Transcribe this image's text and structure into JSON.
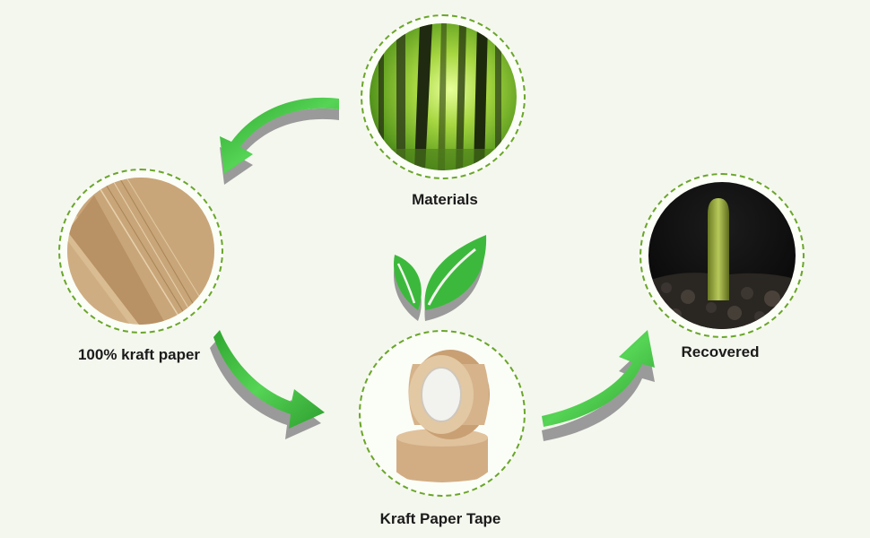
{
  "cycle": {
    "materials": {
      "label": "Materials"
    },
    "kraft_paper": {
      "label": "100% kraft paper"
    },
    "tape": {
      "label": "Kraft Paper Tape"
    },
    "recovered": {
      "label": "Recovered"
    }
  },
  "colors": {
    "arrow_green": "#3fbf3f",
    "arrow_shadow": "#9a9a9a",
    "ring_green": "#6aa62a",
    "leaf_green": "#3cb93c",
    "kraft": "#c8a57a",
    "background": "#f4f7ee"
  },
  "icons": [
    "forest-image",
    "kraft-paper-image",
    "tape-roll-image",
    "sprout-image",
    "leaf-icon",
    "cycle-arrow"
  ]
}
